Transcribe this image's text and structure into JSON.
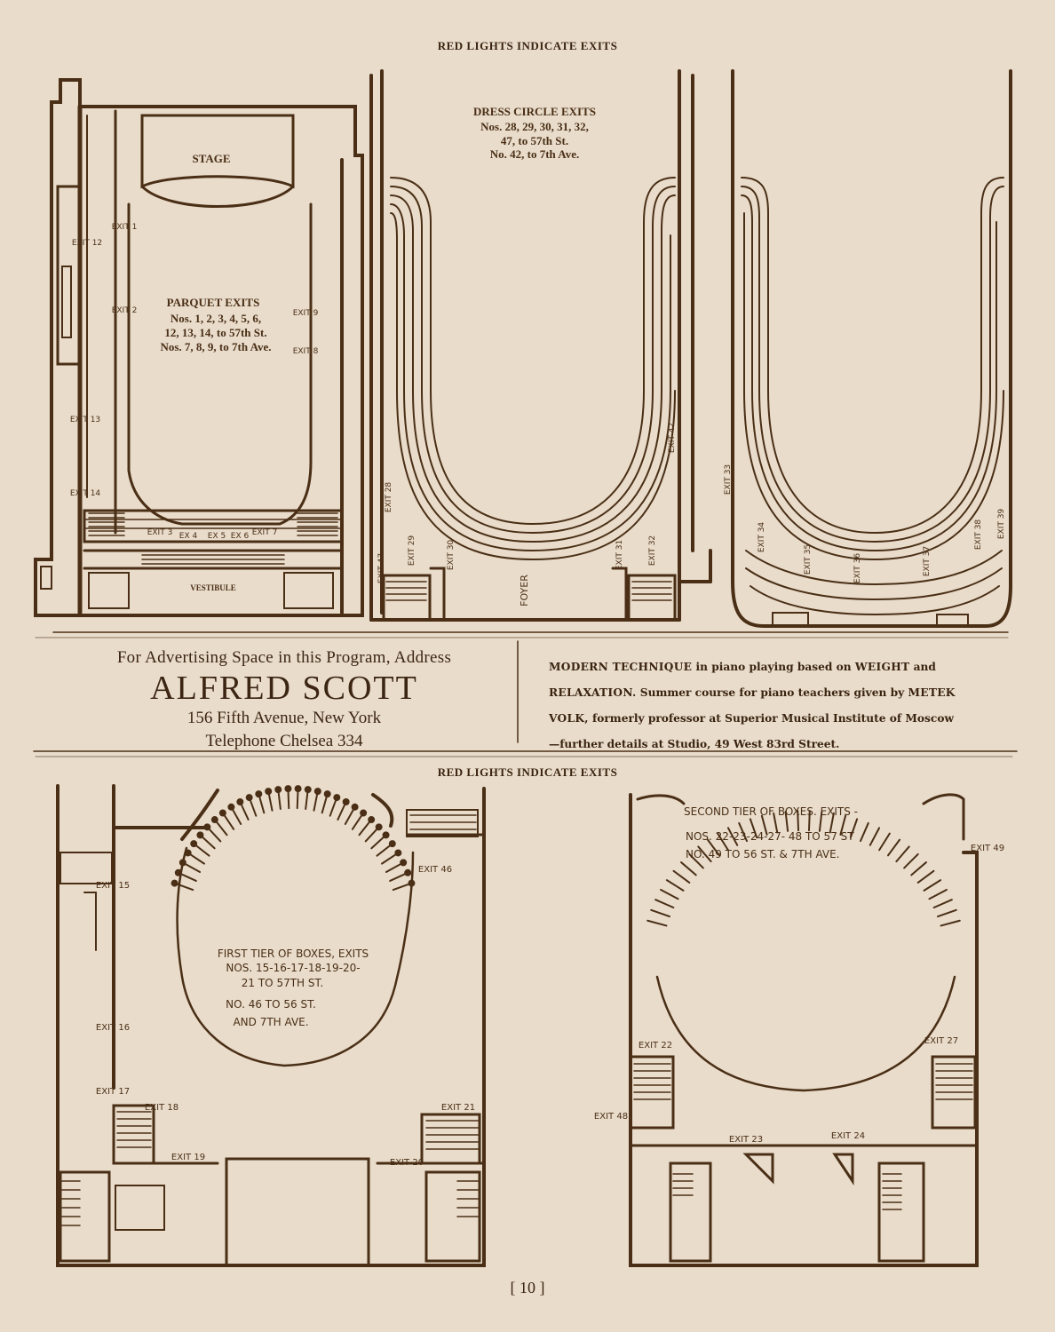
{
  "header_top": "RED LIGHTS INDICATE EXITS",
  "header_mid": "RED LIGHTS INDICATE EXITS",
  "parquet": {
    "stage": "STAGE",
    "vestibule": "VESTIBULE",
    "title": "PARQUET EXITS",
    "line1": "Nos. 1, 2, 3, 4, 5, 6,",
    "line2": "12, 13, 14, to 57th St.",
    "line3": "Nos. 7, 8, 9, to 7th Ave.",
    "exits": [
      "EXIT 1",
      "EXIT 2",
      "EXIT 3",
      "EX 4",
      "EX 5",
      "EX 6",
      "EXIT 7",
      "EXIT 8",
      "EXIT 9",
      "EXIT 12",
      "EXIT 13",
      "EXIT 14"
    ]
  },
  "dress_circle": {
    "title": "DRESS CIRCLE EXITS",
    "line1": "Nos. 28, 29, 30, 31, 32,",
    "line2": "47, to 57th St.",
    "line3": "No. 42, to 7th Ave.",
    "foyer": "FOYER",
    "exits": [
      "EXIT 28",
      "EXIT 29",
      "EXIT 30",
      "EXIT 31",
      "EXIT 32",
      "EXIT 42",
      "EXIT 47"
    ]
  },
  "balcony": {
    "exits": [
      "EXIT 33",
      "EXIT 34",
      "EXIT 35",
      "EXIT 36",
      "EXIT 37",
      "EXIT 38",
      "EXIT 39"
    ]
  },
  "advert_left": {
    "line1": "For Advertising Space in this Program, Address",
    "name": "ALFRED SCOTT",
    "address": "156 Fifth Avenue, New York",
    "phone": "Telephone Chelsea 334"
  },
  "advert_right": {
    "t1": "MODERN TECHNIQUE",
    "t2": " in piano playing based on ",
    "t3": "WEIGHT",
    "t4": " and",
    "t5": "RELAXATION.",
    "t6": " Summer course for piano teachers given by ",
    "t7": "METEK",
    "t8": "VOLK,",
    "t9": " formerly professor at Superior Musical Institute of Moscow",
    "t10": "—further details at Studio, 49 West 83rd Street."
  },
  "first_tier": {
    "line1": "FIRST TIER OF BOXES, EXITS",
    "line2": "NOS. 15-16-17-18-19-20-",
    "line3": "21 TO 57TH ST.",
    "line4": "NO. 46 TO 56 ST.",
    "line5": "AND 7TH AVE.",
    "exits": [
      "EXIT 15",
      "EXIT 16",
      "EXIT 17",
      "EXIT 18",
      "EXIT 19",
      "EXIT 20",
      "EXIT 21",
      "EXIT 46"
    ]
  },
  "second_tier": {
    "line1": "SECOND TIER OF BOXES. EXITS -",
    "line2": "NOS. 22-23-24-27- 48 TO 57 ST",
    "line3": "NO. 49 TO 56 ST. & 7TH AVE.",
    "exits": [
      "EXIT 22",
      "EXIT 23",
      "EXIT 24",
      "EXIT 27",
      "EXIT 48",
      "EXIT 49"
    ]
  },
  "page_number": "[ 10 ]"
}
